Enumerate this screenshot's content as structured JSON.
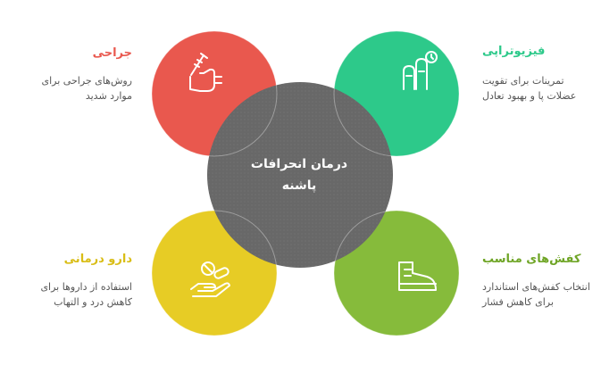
{
  "center": {
    "line1": "درمان انحرافات",
    "line2": "پاشنه"
  },
  "colors": {
    "center": "#686868",
    "surgery": "#e9584e",
    "physio": "#2dc98a",
    "drug": "#e7cc25",
    "shoes": "#86bb3b"
  },
  "items": [
    {
      "id": "surgery",
      "title": "جراحی",
      "desc1": "روش‌های جراحی برای",
      "desc2": "موارد شدید",
      "icon": "syringe-hand-icon"
    },
    {
      "id": "physio",
      "title": "فیزیوتراپی",
      "desc1": "تمرینات برای تقویت",
      "desc2": "عضلات پا و بهبود تعادل",
      "icon": "fingers-exercise-icon"
    },
    {
      "id": "drug",
      "title": "دارو درمانی",
      "desc1": "استفاده از داروها برای",
      "desc2": "کاهش درد و التهاب",
      "icon": "pills-hand-icon"
    },
    {
      "id": "shoes",
      "title": "کفش‌های مناسب",
      "desc1": "انتخاب کفش‌های استاندارد",
      "desc2": "برای کاهش فشار",
      "icon": "boot-icon"
    }
  ]
}
